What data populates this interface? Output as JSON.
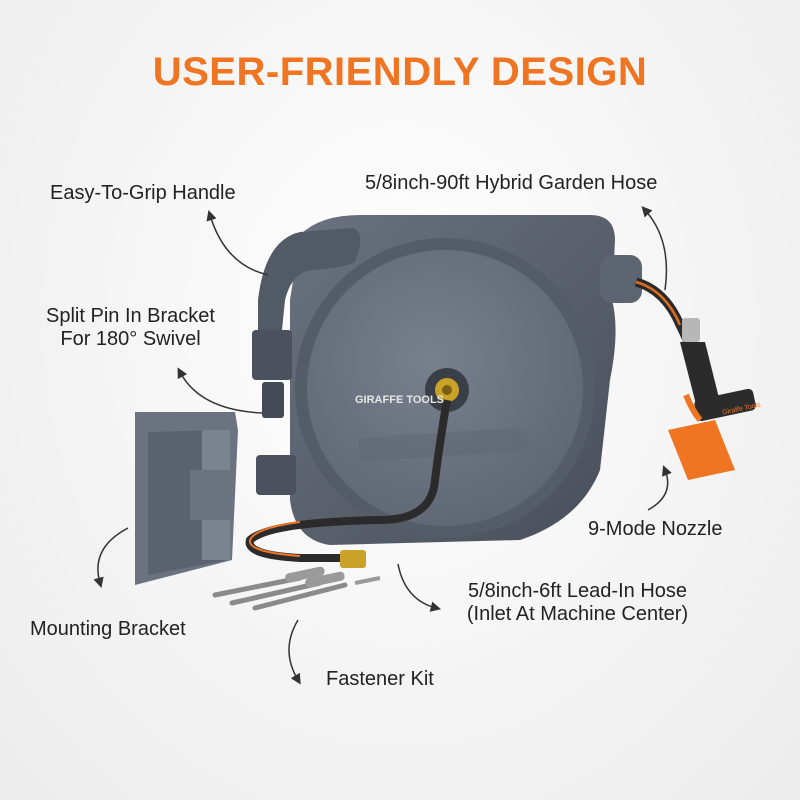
{
  "title": "USER-FRIENDLY DESIGN",
  "brand": "GIRAFFE TOOLS",
  "nozzle_brand": "Giraffe Tools",
  "labels": {
    "handle": "Easy-To-Grip Handle",
    "hose": "5/8inch-90ft Hybrid Garden Hose",
    "split_pin_1": "Split Pin In Bracket",
    "split_pin_2": "For 180° Swivel",
    "nozzle": "9-Mode Nozzle",
    "lead_in_1": "5/8inch-6ft Lead-In Hose",
    "lead_in_2": "(Inlet At Machine Center)",
    "mounting": "Mounting Bracket",
    "fastener": "Fastener Kit"
  },
  "colors": {
    "accent": "#f07522",
    "reel_body": "#5a6270",
    "reel_face": "#6b7380",
    "brass": "#c9a227"
  }
}
